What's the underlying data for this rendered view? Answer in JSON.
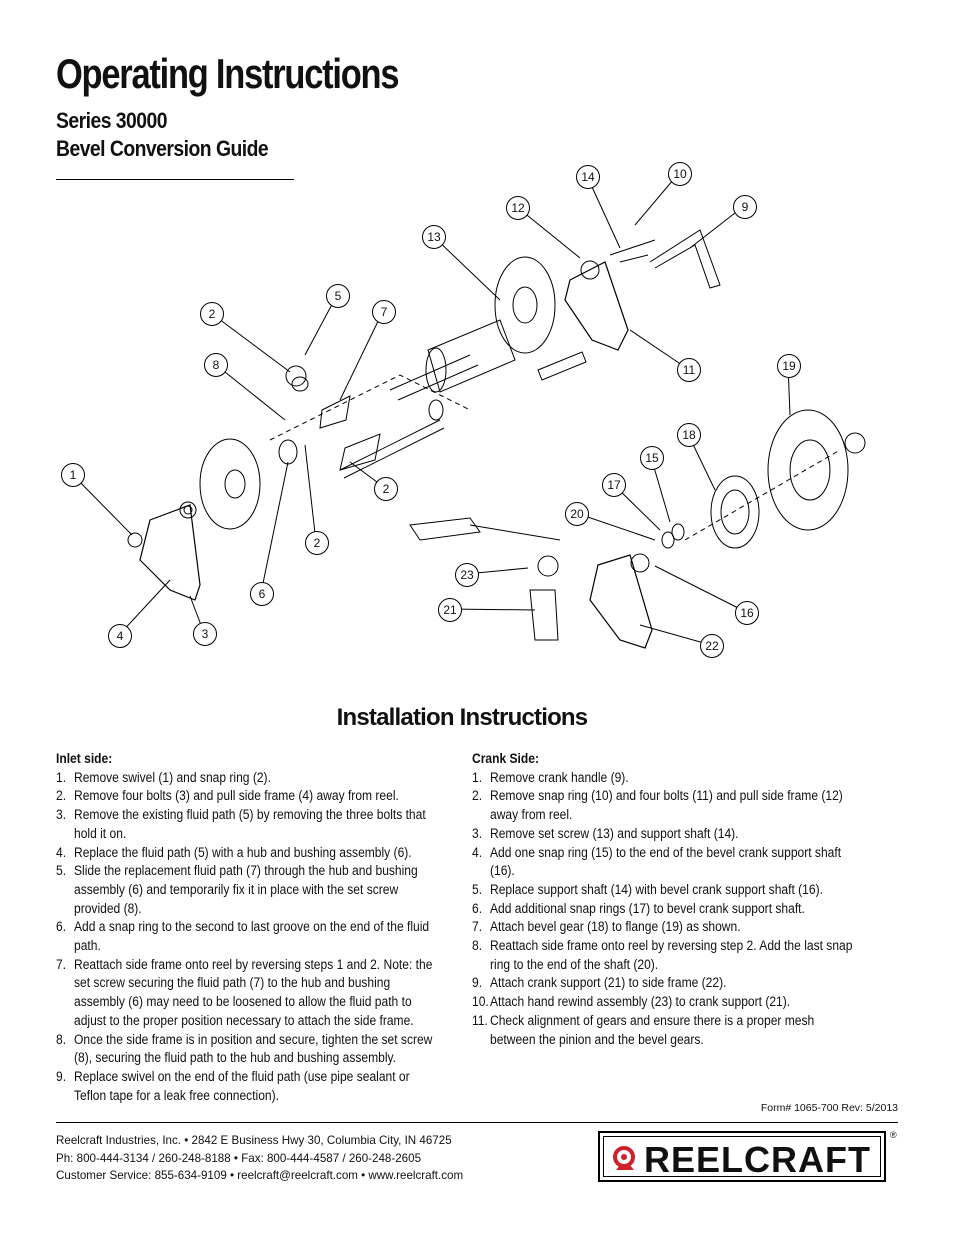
{
  "header": {
    "title": "Operating Instructions",
    "subtitle_1": "Series 30000",
    "subtitle_2": "Bevel Conversion Guide"
  },
  "diagram": {
    "callouts": [
      "1",
      "2",
      "3",
      "4",
      "5",
      "6",
      "7",
      "8",
      "2",
      "2",
      "9",
      "10",
      "11",
      "12",
      "13",
      "14",
      "15",
      "16",
      "17",
      "18",
      "19",
      "20",
      "21",
      "22",
      "23"
    ]
  },
  "install": {
    "title": "Installation Instructions",
    "inlet": {
      "heading": "Inlet side:",
      "steps": [
        {
          "n": "1.",
          "text": "Remove swivel (1) and snap ring (2)."
        },
        {
          "n": "2.",
          "text": "Remove four bolts (3) and pull side frame (4) away from reel."
        },
        {
          "n": "3.",
          "text": "Remove the existing fluid path (5) by removing the three bolts that hold it on."
        },
        {
          "n": "4.",
          "text": "Replace the fluid path (5) with a hub and bushing assembly (6)."
        },
        {
          "n": "5.",
          "text": "Slide the replacement fluid path (7) through the hub and bushing assembly (6) and temporarily fix it in place with the set screw provided (8)."
        },
        {
          "n": "6.",
          "text": "Add a snap ring to the second to last groove on the end of the fluid path."
        },
        {
          "n": "7.",
          "text": "Reattach side frame onto reel by reversing steps 1 and 2. Note: the set screw securing the fluid path (7) to the hub and bushing assembly (6) may need to be loosened to allow the fluid path to adjust to the proper position necessary to attach the side frame."
        },
        {
          "n": "8.",
          "text": "Once the side frame is in position and secure, tighten the set screw (8), securing the fluid path to the hub and bushing assembly."
        },
        {
          "n": "9.",
          "text": "Replace swivel on the end of the fluid path (use pipe sealant or Teflon tape for a leak free connection)."
        }
      ]
    },
    "crank": {
      "heading": "Crank Side:",
      "steps": [
        {
          "n": "1.",
          "text": "Remove crank handle (9)."
        },
        {
          "n": "2.",
          "text": "Remove snap ring (10) and four bolts (11) and pull side frame (12) away from reel."
        },
        {
          "n": "3.",
          "text": "Remove set screw (13) and support shaft (14)."
        },
        {
          "n": "4.",
          "text": "Add one snap ring (15) to the end of the bevel crank support shaft (16)."
        },
        {
          "n": "5.",
          "text": "Replace support shaft (14) with bevel crank support shaft (16)."
        },
        {
          "n": "6.",
          "text": "Add additional snap rings (17) to bevel crank support shaft."
        },
        {
          "n": "7.",
          "text": "Attach bevel gear (18) to flange (19) as shown."
        },
        {
          "n": "8.",
          "text": "Reattach side frame onto reel by reversing step 2. Add the last snap ring to the end of the shaft (20)."
        },
        {
          "n": "9.",
          "text": "Attach crank support (21) to side frame (22)."
        },
        {
          "n": "10.",
          "text": "Attach hand rewind assembly (23) to crank support (21)."
        },
        {
          "n": "11.",
          "text": "Check alignment of gears and ensure there is a proper mesh between the pinion and the bevel gears."
        }
      ]
    }
  },
  "footer": {
    "form": "Form# 1065-700  Rev: 5/2013",
    "address_1": "Reelcraft Industries, Inc.  •  2842 E Business Hwy 30, Columbia City, IN 46725",
    "address_2": "Ph: 800-444-3134 / 260-248-8188  •  Fax: 800-444-4587 / 260-248-2605",
    "address_3": "Customer Service: 855-634-9109  •  reelcraft@reelcraft.com  •  www.reelcraft.com",
    "logo_text": "REELCRAFT",
    "registered": "®"
  }
}
